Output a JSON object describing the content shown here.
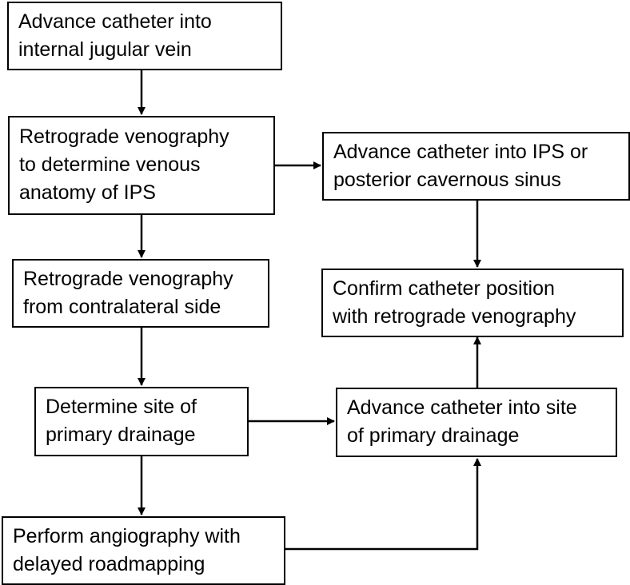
{
  "steps": {
    "advance_ijv": {
      "line1": "Advance catheter into",
      "line2": "internal jugular vein"
    },
    "retro_venography": {
      "line1": "Retrograde venography",
      "line2": "to determine venous",
      "line3": "anatomy of IPS"
    },
    "advance_ips": {
      "line1": "Advance catheter into IPS or",
      "line2": "posterior cavernous sinus"
    },
    "retro_contralateral": {
      "line1": "Retrograde venography",
      "line2": "from contralateral side"
    },
    "confirm_position": {
      "line1": "Confirm catheter position",
      "line2": "with retrograde venography"
    },
    "determine_site": {
      "line1": "Determine site  of",
      "line2": "primary drainage"
    },
    "advance_site": {
      "line1": "Advance catheter into site",
      "line2": "of primary drainage"
    },
    "angiography": {
      "line1": "Perform angiography with",
      "line2": "delayed roadmapping"
    }
  }
}
